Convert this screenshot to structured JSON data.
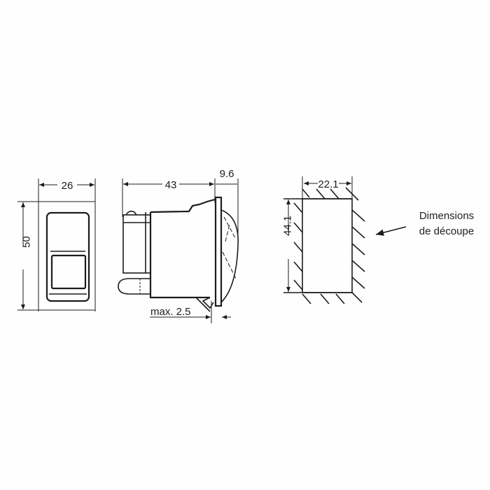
{
  "front_view": {
    "width_dim": "26",
    "height_dim": "50"
  },
  "side_view": {
    "length_dim": "43",
    "rocker_dim": "9.6",
    "panel_dim": "max. 2.5"
  },
  "cutout": {
    "width_dim": "22.1",
    "height_dim": "44.1",
    "label_line1": "Dimensions",
    "label_line2": "de découpe"
  },
  "colors": {
    "line": "#1c1c1c",
    "background": "#fefefe"
  }
}
